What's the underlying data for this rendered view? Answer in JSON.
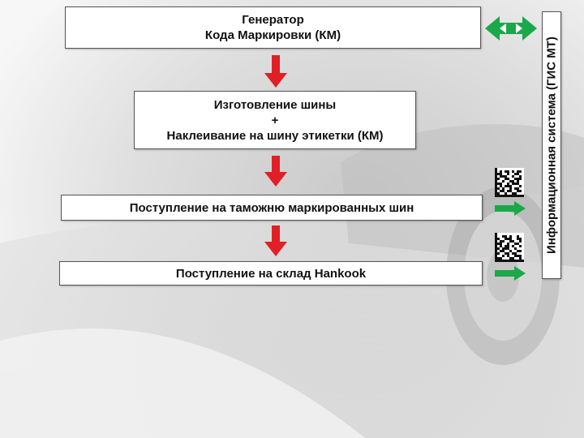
{
  "diagram": {
    "generator": {
      "line1": "Генератор",
      "line2": "Кода Маркировки (КМ)"
    },
    "manufacturing": {
      "line1": "Изготовление шины",
      "line2": "+",
      "line3": "Наклеивание на шину этикетки (КМ)"
    },
    "customs": {
      "label": "Поступление на таможню маркированных шин"
    },
    "warehouse": {
      "label": "Поступление на склад Hankook"
    },
    "info_system": {
      "label": "Информационная система (ГИС МТ)"
    }
  },
  "colors": {
    "red_arrow": "#e01f26",
    "green_arrow": "#1aa84a"
  },
  "icons": [
    "down-arrow-icon",
    "double-arrow-icon",
    "right-arrow-icon",
    "datamatrix-code-icon"
  ]
}
